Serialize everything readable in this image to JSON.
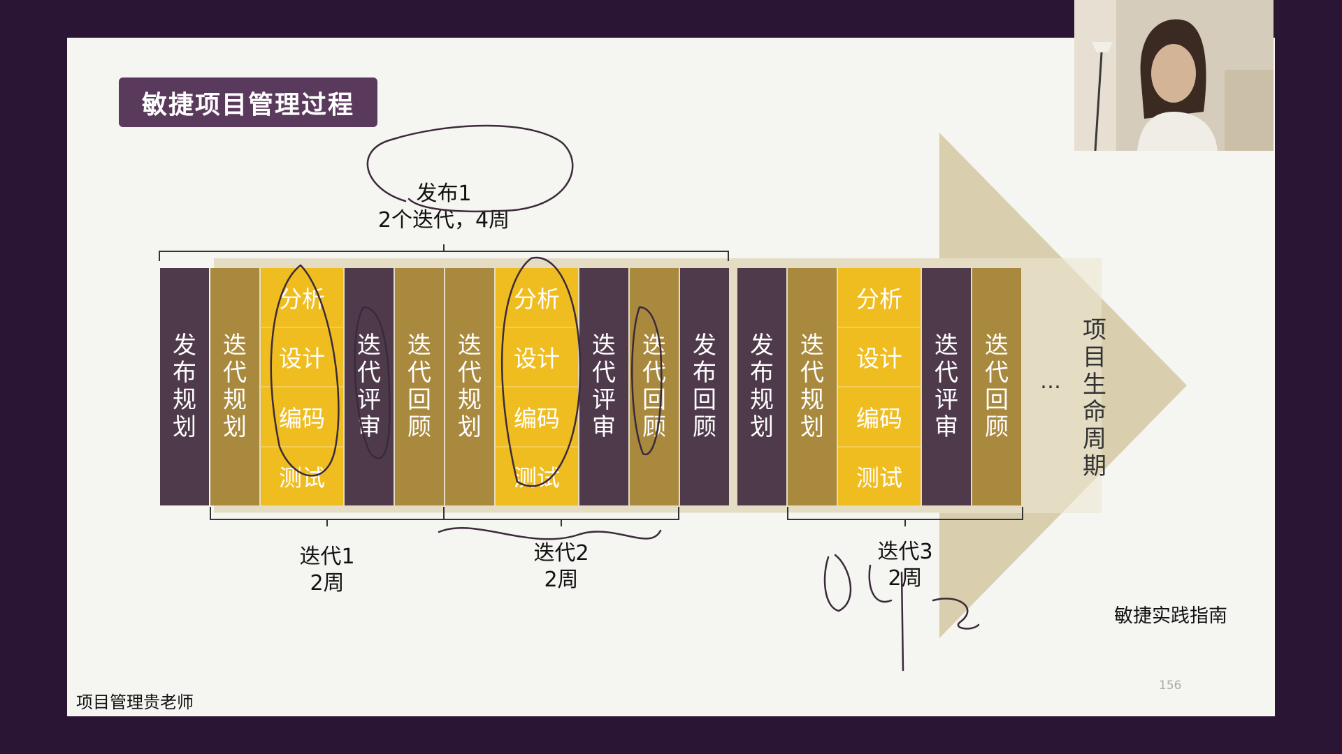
{
  "slide": {
    "title": "敏捷项目管理过程",
    "release1_label": "发布1",
    "release1_detail": "2个迭代，4周",
    "lifecycle_label": "项目生命周期",
    "ellipsis": "…",
    "source": "敏捷实践指南",
    "page_number": "156",
    "footer": "项目管理贵老师"
  },
  "columns": {
    "release_planning": "发布规划",
    "iteration_planning": "迭代规划",
    "iteration_review": "迭代评审",
    "iteration_retro": "迭代回顾",
    "release_retro": "发布回顾"
  },
  "activities": [
    "分析",
    "设计",
    "编码",
    "测试"
  ],
  "iterations": [
    {
      "name": "迭代1",
      "duration": "2周"
    },
    {
      "name": "迭代2",
      "duration": "2周"
    },
    {
      "name": "迭代3",
      "duration": "2周"
    }
  ],
  "colors": {
    "dark": "#4f3a4c",
    "gold": "#a8893e",
    "yellow": "#f0bd21",
    "arrow": "#d9ceae",
    "background": "#2a1535"
  }
}
